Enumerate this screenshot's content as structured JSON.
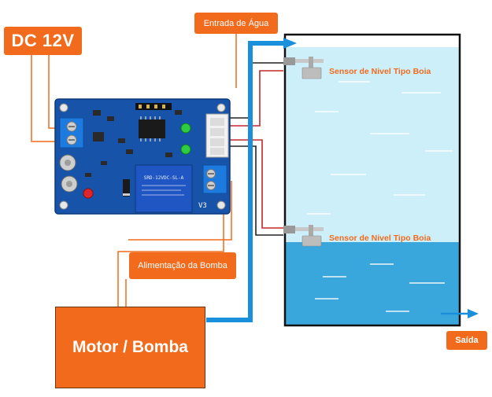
{
  "labels": {
    "power_supply": "DC 12V",
    "water_inlet": "Entrada de Água",
    "sensor_top": "Sensor de Nivel Tipo Boia",
    "sensor_bottom": "Sensor de Nivel Tipo Boia",
    "pump_power": "Alimentação da Bomba",
    "pump": "Motor / Bomba",
    "outlet": "Saída"
  },
  "board": {
    "relay_text": "SRD-12VDC-SL-A",
    "pin_label": "V3"
  },
  "colors": {
    "label_orange": "#f26b1d",
    "pcb_blue": "#1753a8",
    "water_light": "#cdeffa",
    "water_deep": "#3aa7dc",
    "pipe_blue": "#1a8fdc",
    "wire_red": "#c0282a",
    "wire_black": "#222222"
  }
}
